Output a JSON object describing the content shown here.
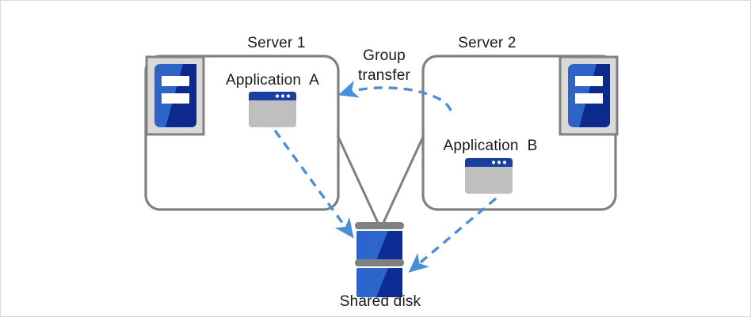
{
  "diagram": {
    "title": "Cluster group transfer with shared disk",
    "type": "architecture-diagram",
    "background_color": "#FFFFFF",
    "colors": {
      "box_border": "#808080",
      "icon_frame_fill": "#D9D9D9",
      "icon_frame_border": "#808080",
      "server_blue_light": "#2E63C8",
      "server_blue_dark": "#0B2A8C",
      "app_titlebar": "#1B3FA0",
      "app_body": "#BFBFBF",
      "disk_blue_light": "#2C66CC",
      "disk_blue_dark": "#0D2C94",
      "disk_bar": "#808080",
      "arrow_blue": "#4A90D9",
      "connector_gray": "#7F7F7F",
      "text": "#1A1A1A"
    },
    "nodes": [
      {
        "id": "server-1",
        "label": "Server 1",
        "icon": "server-icon",
        "contains": [
          "application-a"
        ]
      },
      {
        "id": "server-2",
        "label": "Server 2",
        "icon": "server-icon",
        "contains": [
          "application-b"
        ]
      },
      {
        "id": "application-a",
        "label": "Application  A",
        "icon": "app-window-icon"
      },
      {
        "id": "application-b",
        "label": "Application  B",
        "icon": "app-window-icon"
      },
      {
        "id": "shared-disk",
        "label": "Shared disk",
        "icon": "disk-stack-icon"
      }
    ],
    "edges": [
      {
        "id": "group-transfer-arrow",
        "label_line1": "Group",
        "label_line2": "transfer",
        "from": "server-2",
        "to": "server-1",
        "style": "dashed",
        "color": "#4A90D9",
        "arrowhead": "end"
      },
      {
        "id": "app-a-to-disk",
        "label": "",
        "from": "application-a",
        "to": "shared-disk",
        "style": "dashed",
        "color": "#4A90D9",
        "arrowhead": "end"
      },
      {
        "id": "app-b-to-disk",
        "label": "",
        "from": "application-b",
        "to": "shared-disk",
        "style": "dashed",
        "color": "#4A90D9",
        "arrowhead": "end"
      },
      {
        "id": "server-1-to-disk",
        "from": "server-1",
        "to": "shared-disk",
        "style": "solid",
        "color": "#7F7F7F",
        "arrowhead": "none"
      },
      {
        "id": "server-2-to-disk",
        "from": "server-2",
        "to": "shared-disk",
        "style": "solid",
        "color": "#7F7F7F",
        "arrowhead": "none"
      }
    ]
  },
  "labels": {
    "server1": "Server 1",
    "server2": "Server 2",
    "application_a": "Application  A",
    "application_b": "Application  B",
    "group_transfer_line1": "Group",
    "group_transfer_line2": "transfer",
    "shared_disk": "Shared disk"
  }
}
